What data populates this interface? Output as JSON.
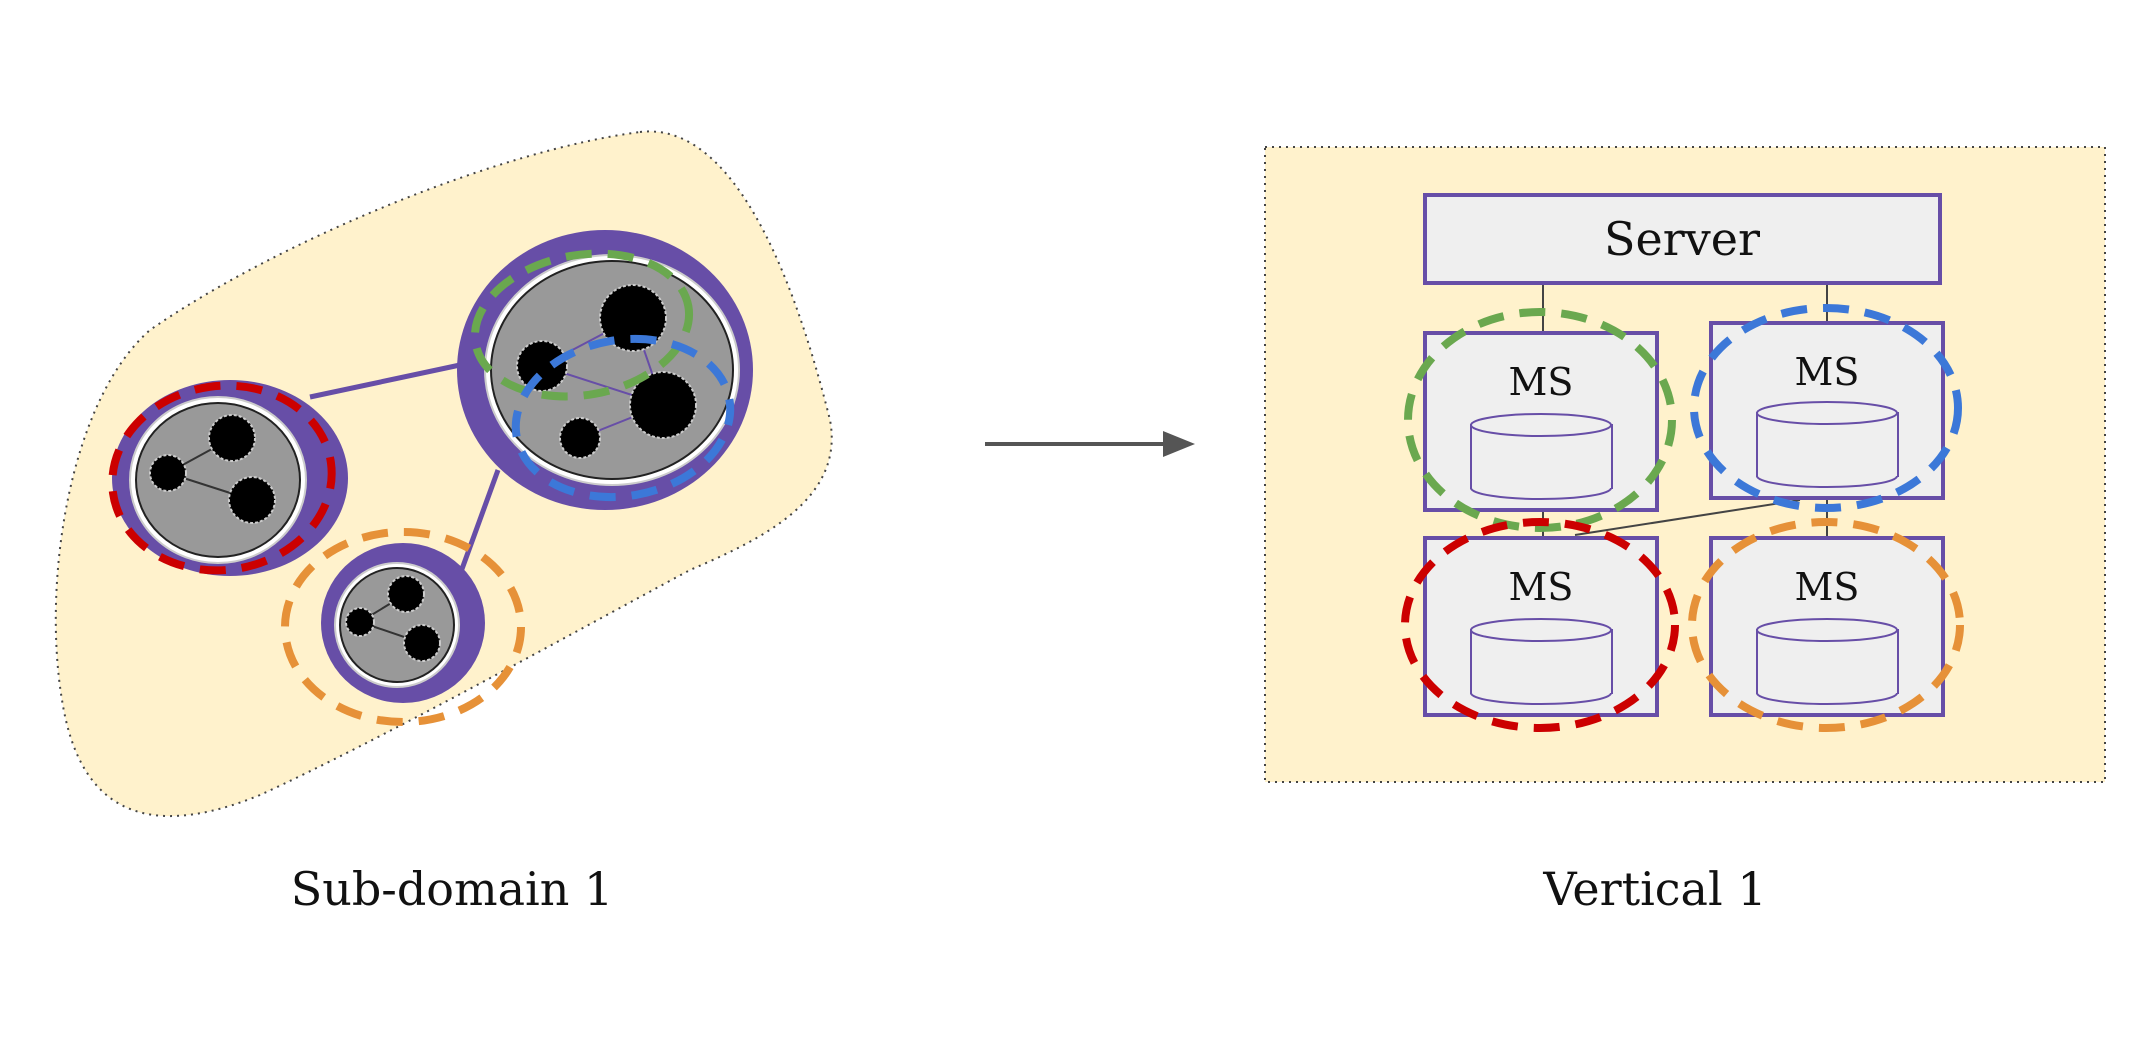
{
  "left_panel": {
    "caption": "Sub-domain 1"
  },
  "right_panel": {
    "caption": "Vertical 1",
    "server_label": "Server",
    "microservices": [
      {
        "label": "MS",
        "boundary": "green"
      },
      {
        "label": "MS",
        "boundary": "blue"
      },
      {
        "label": "MS",
        "boundary": "red"
      },
      {
        "label": "MS",
        "boundary": "orange"
      }
    ]
  },
  "colors": {
    "region_fill": "#fff2cc",
    "purple": "#674ea7",
    "gray": "#999999",
    "box_fill": "#efefef",
    "green": "#6aa84f",
    "blue": "#3c78d8",
    "red": "#cc0000",
    "orange": "#e69138",
    "arrow": "#555555"
  }
}
